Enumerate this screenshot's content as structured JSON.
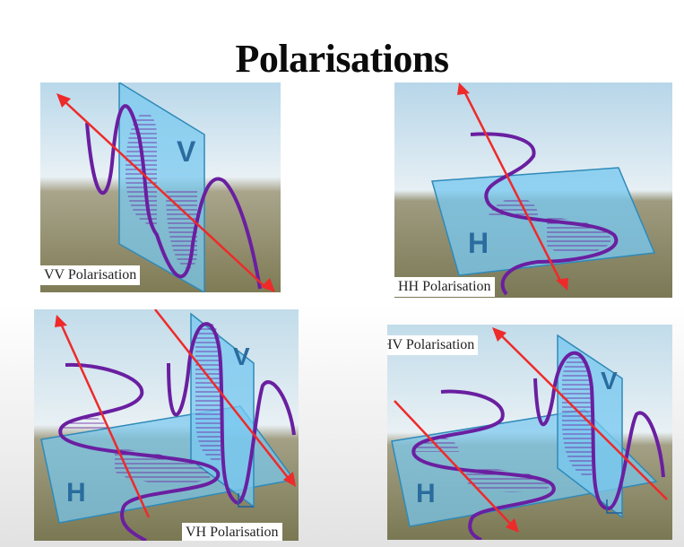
{
  "title": "Polarisations",
  "panels": {
    "vv": {
      "caption": "VV Polarisation",
      "plane_letters": [
        "V"
      ]
    },
    "hh": {
      "caption": "HH Polarisation",
      "plane_letters": [
        "H"
      ]
    },
    "vh": {
      "caption": "VH Polarisation",
      "plane_letters": [
        "H",
        "V"
      ]
    },
    "hv": {
      "caption": "HV Polarisation",
      "plane_letters": [
        "H",
        "V"
      ]
    }
  },
  "colors": {
    "wave": "#6a1fa0",
    "arrow": "#ee2a2a",
    "plane": "#78c8ef",
    "plane_edge": "#2f8ab8",
    "letter": "#2a6c9e",
    "sky": "#cfe4ef",
    "ground": "#8a8a66"
  }
}
